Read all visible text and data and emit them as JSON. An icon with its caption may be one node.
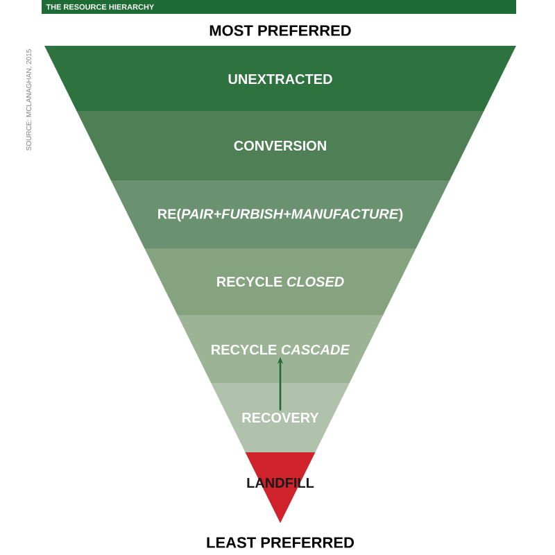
{
  "diagram": {
    "title": "THE RESOURCE HIERARCHY",
    "nodes": [
      {
        "text": [
          "UNEXTRACTED"
        ]
      },
      {
        "text": [
          "CONVERSION"
        ]
      },
      {
        "text": [
          "RE(*PAIR+FURBISH+MANUFACTURE*)"
        ]
      },
      {
        "text": [
          "RECYCLE *CLOSED*"
        ]
      },
      {
        "text": [
          "RECYCLE *CASCADE*"
        ]
      },
      {
        "text": [
          "RECOVERY"
        ]
      },
      {
        "text": [
          "LANDFILL"
        ]
      }
    ],
    "edges": [
      {
        "from": 5,
        "to": 4,
        "arrow": "to"
      }
    ],
    "labels": [
      "MOST PREFERRED",
      "SOURCE: MCLANAGHAN, 2015",
      "LEAST PREFERRED"
    ]
  }
}
